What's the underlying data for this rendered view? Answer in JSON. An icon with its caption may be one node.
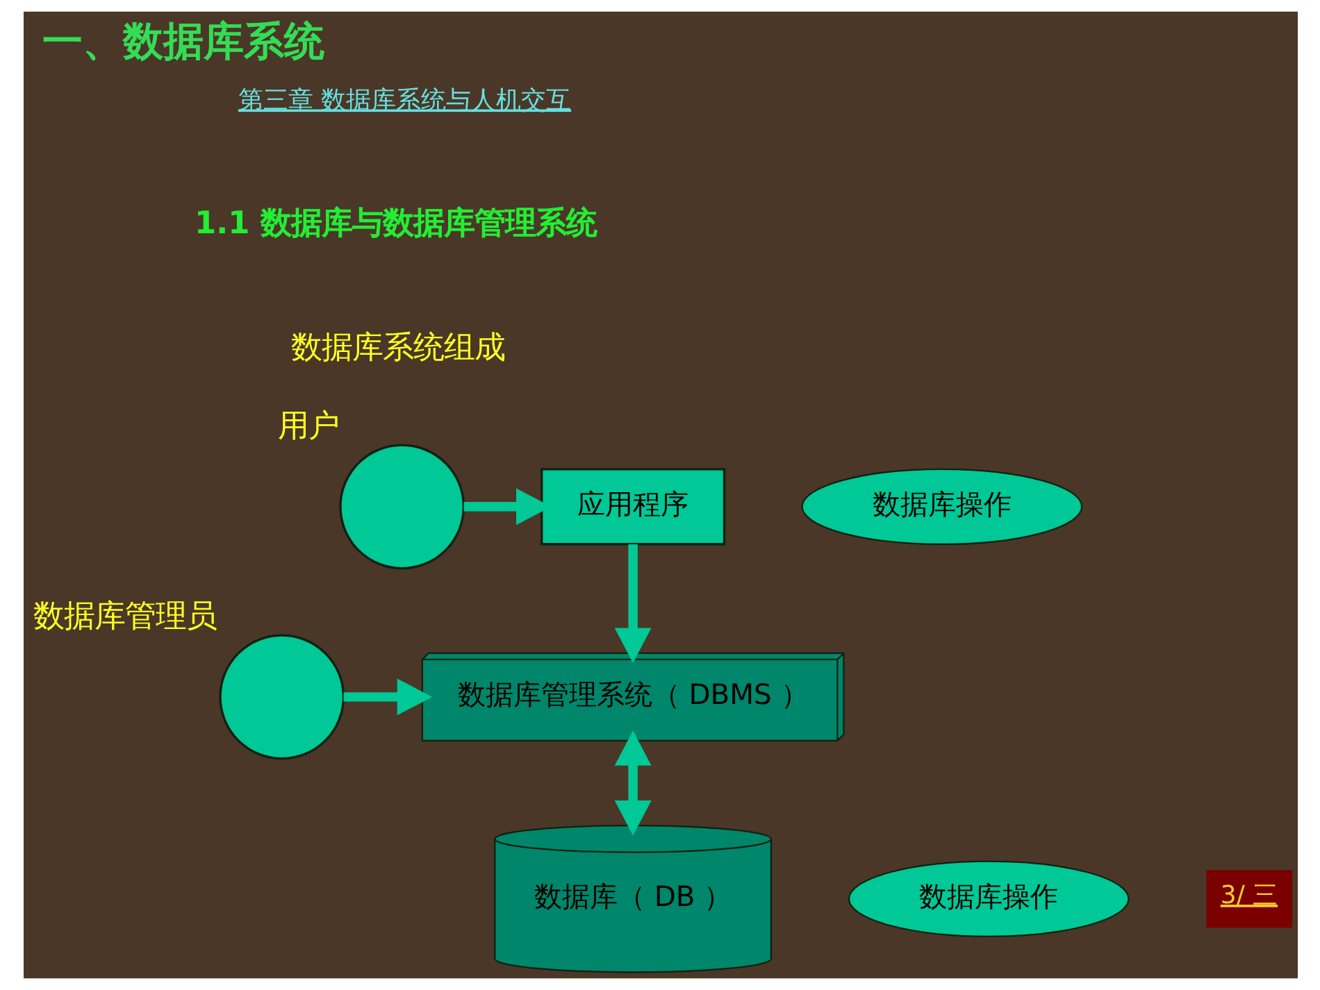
{
  "diagram": {
    "title": "一、数据库系统",
    "nodes": [
      {
        "text": [],
        "shape": "circle",
        "beside": [
          "用户"
        ]
      },
      {
        "text": [
          "应用程序"
        ]
      },
      {
        "text": [
          "数据库操作"
        ]
      },
      {
        "text": [],
        "shape": "circle",
        "beside": [
          "数据库管理员"
        ]
      },
      {
        "text": [
          "数据库管理系统（ DBMS ）"
        ]
      },
      {
        "text": [
          "数据库操作"
        ]
      },
      {
        "text": [
          "数据库（ DB ）"
        ]
      }
    ],
    "edges": [
      {
        "from": 0,
        "to": 1,
        "arrow": "to"
      },
      {
        "from": 1,
        "to": 4,
        "arrow": "to"
      },
      {
        "from": 3,
        "to": 4,
        "arrow": "to"
      },
      {
        "from": 4,
        "to": 6,
        "arrow": "both"
      }
    ],
    "labels": [
      "第三章 数据库系统与人机交互",
      "1.1 数据库与数据库管理系统",
      "数据库系统组成",
      "3/ 三"
    ]
  }
}
